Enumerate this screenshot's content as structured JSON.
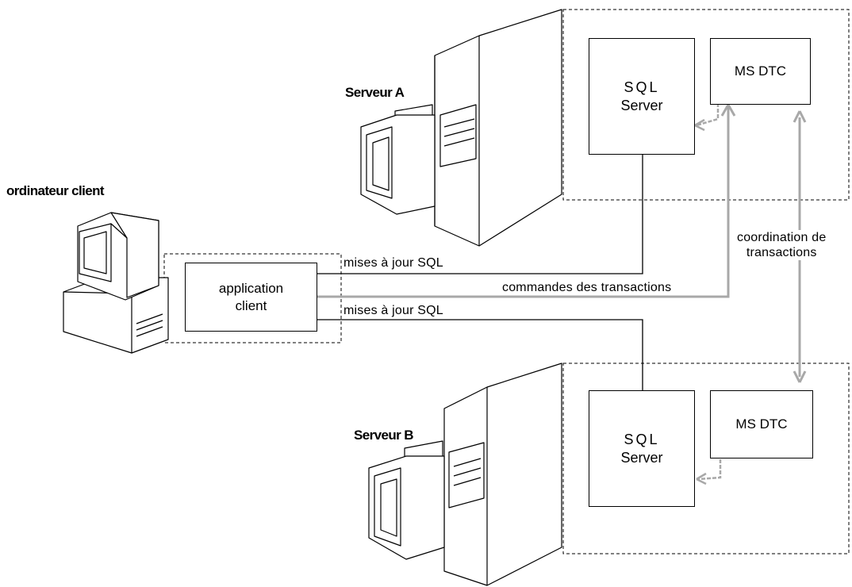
{
  "labels": {
    "server_a": "Serveur A",
    "server_b": "Serveur B",
    "client_computer": "ordinateur client"
  },
  "boxes": {
    "app_client": [
      "application",
      "client"
    ],
    "sql_a": [
      "SQL",
      "Server"
    ],
    "msdtc_a": "MS DTC",
    "sql_b": [
      "SQL",
      "Server"
    ],
    "msdtc_b": "MS DTC"
  },
  "edges": {
    "sql_updates_a": "mises à jour SQL",
    "transaction_commands": "commandes des transactions",
    "sql_updates_b": "mises à jour SQL",
    "coordination": [
      "coordination de",
      "transactions"
    ]
  },
  "colors": {
    "line": "#000000",
    "dtc_line": "#a8a8a8"
  }
}
